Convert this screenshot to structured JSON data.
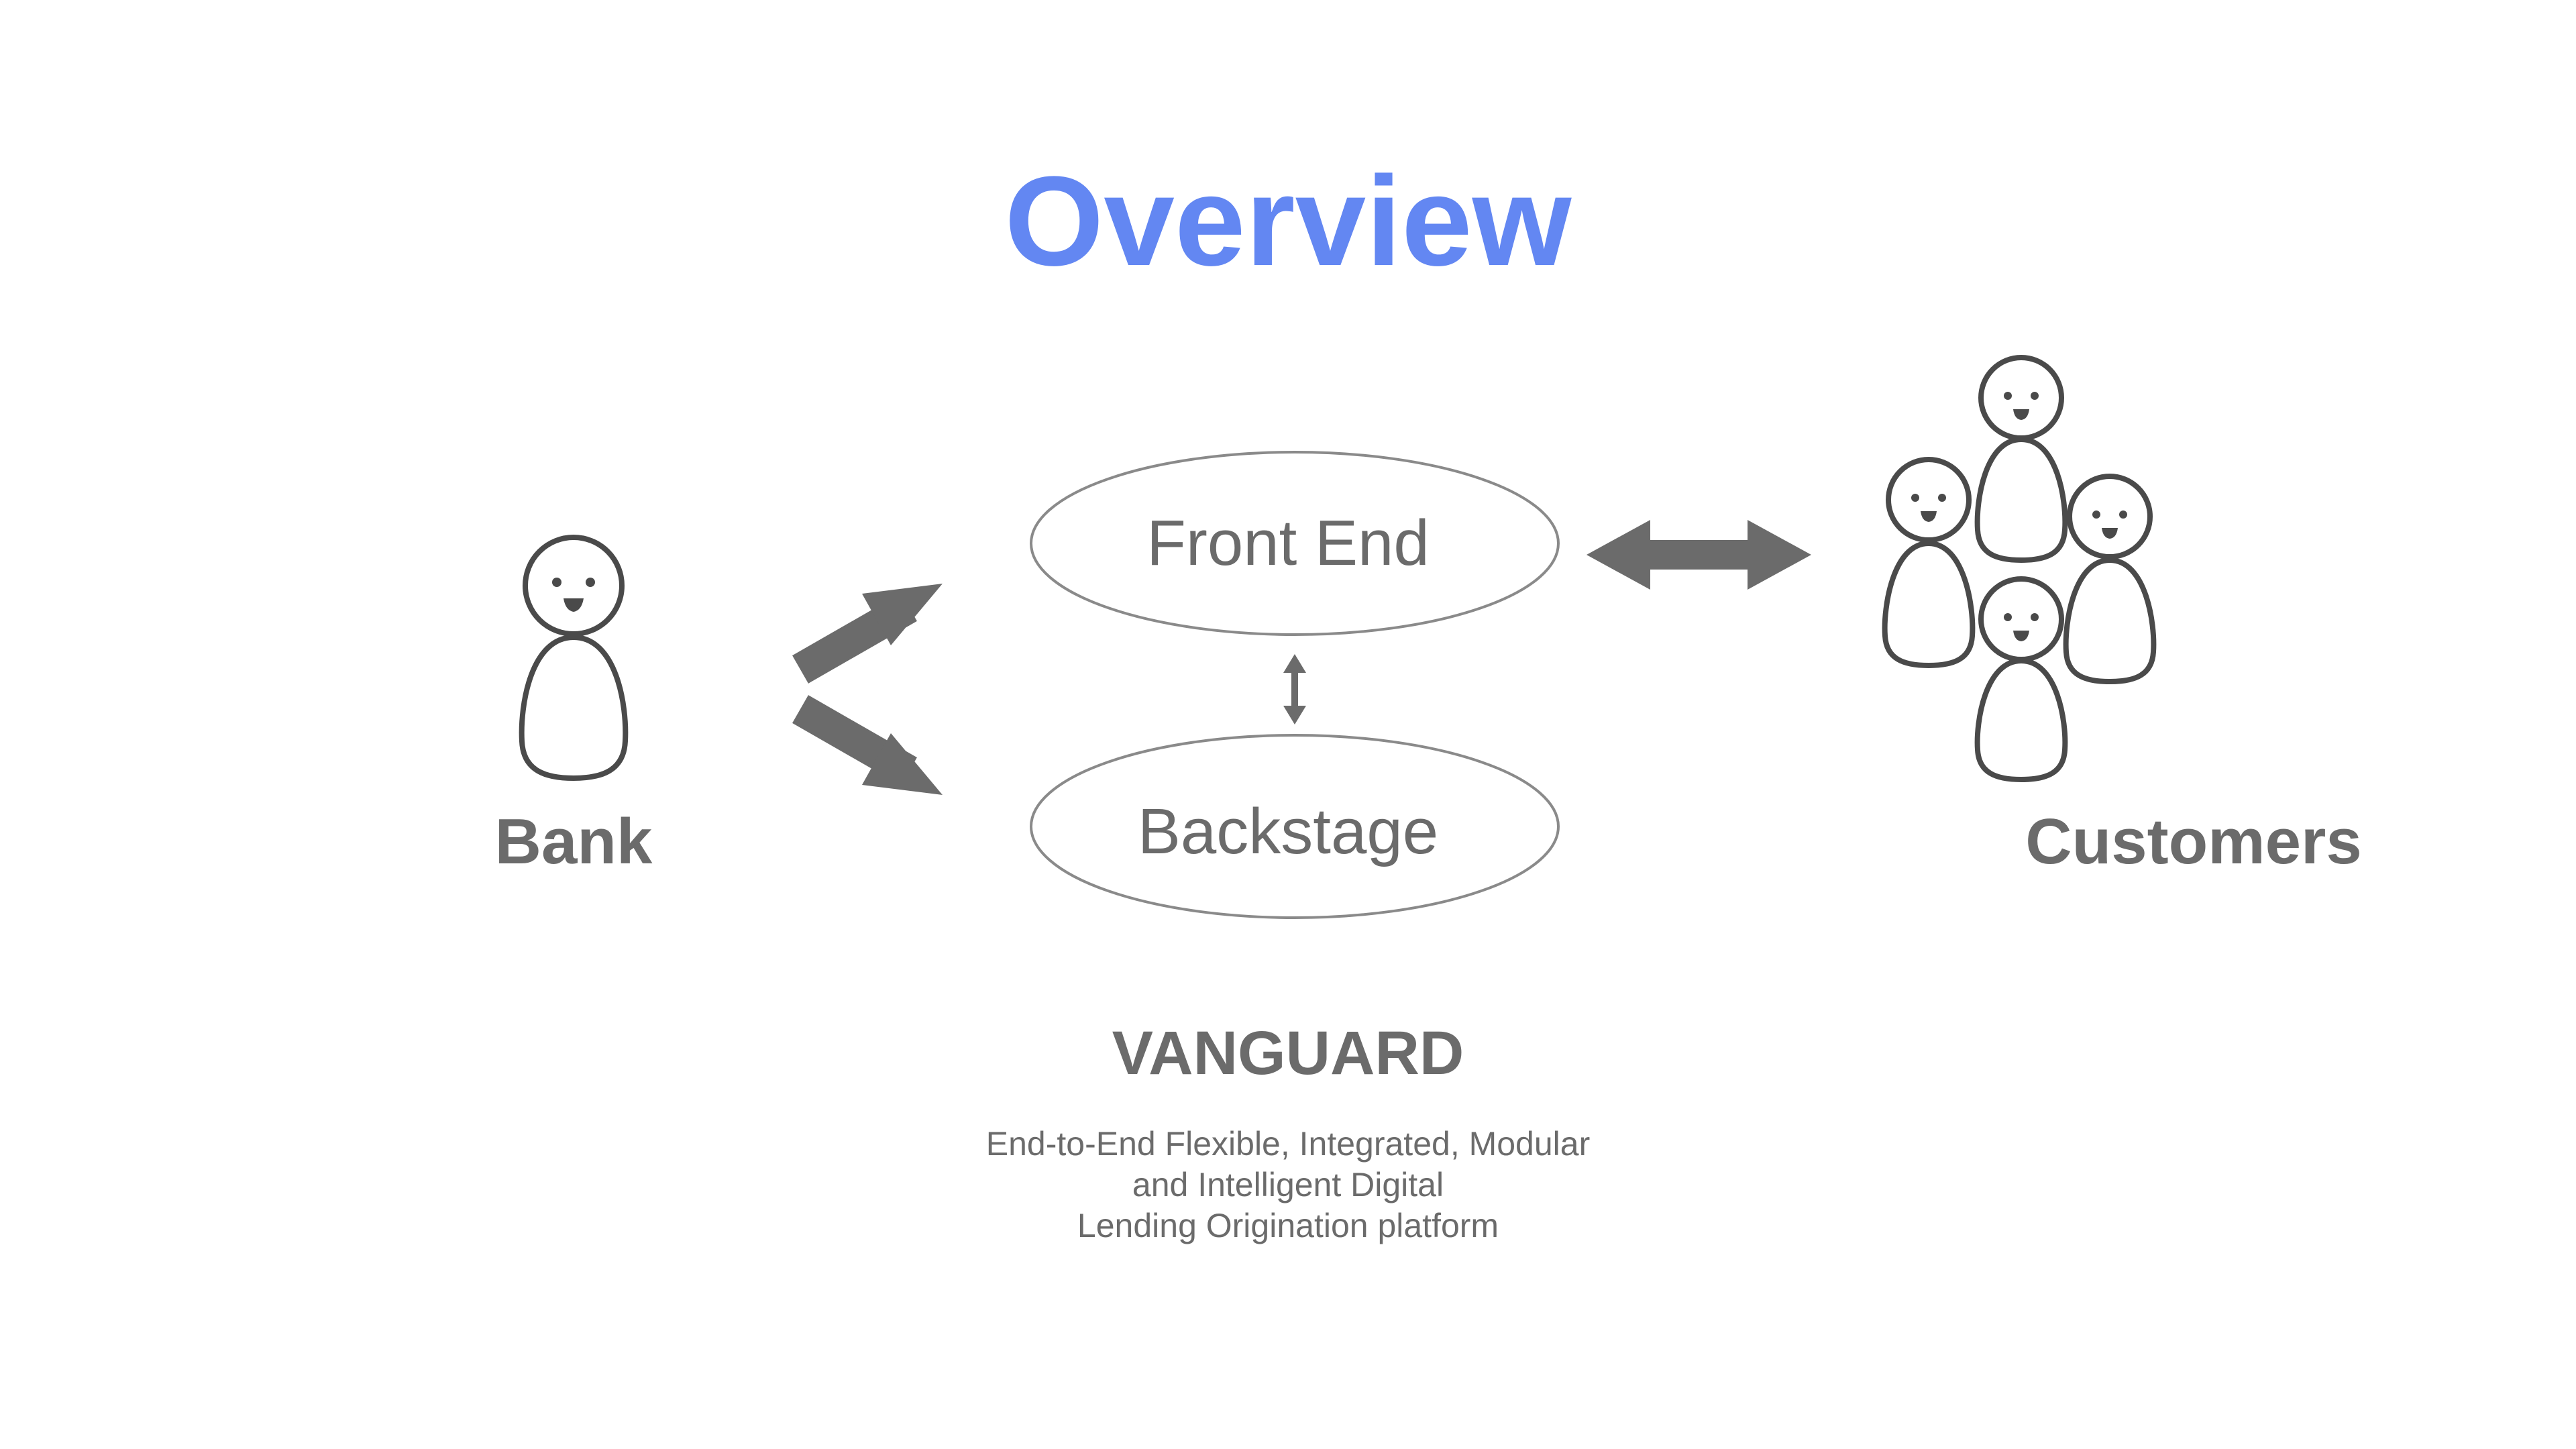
{
  "title": "Overview",
  "actors": {
    "bank_label": "Bank",
    "customers_label": "Customers"
  },
  "platform": {
    "front_end": "Front End",
    "backstage": "Backstage",
    "name": "VANGUARD",
    "description_lines": [
      "End-to-End Flexible, Integrated, Modular",
      "and Intelligent Digital",
      "Lending Origination platform"
    ]
  },
  "icons": {
    "bank": "person-icon",
    "customers": "people-group-icon",
    "bank_to_platform": "split-arrow-icon",
    "front_back_link": "vertical-double-arrow-icon",
    "platform_customers_link": "horizontal-double-arrow-icon"
  },
  "colors": {
    "title": "#6387f2",
    "text": "#6b6b6b",
    "arrow": "#6b6b6b",
    "figure_stroke": "#4a4a4a",
    "oval_stroke": "#8a8a8a",
    "background": "#ffffff"
  }
}
